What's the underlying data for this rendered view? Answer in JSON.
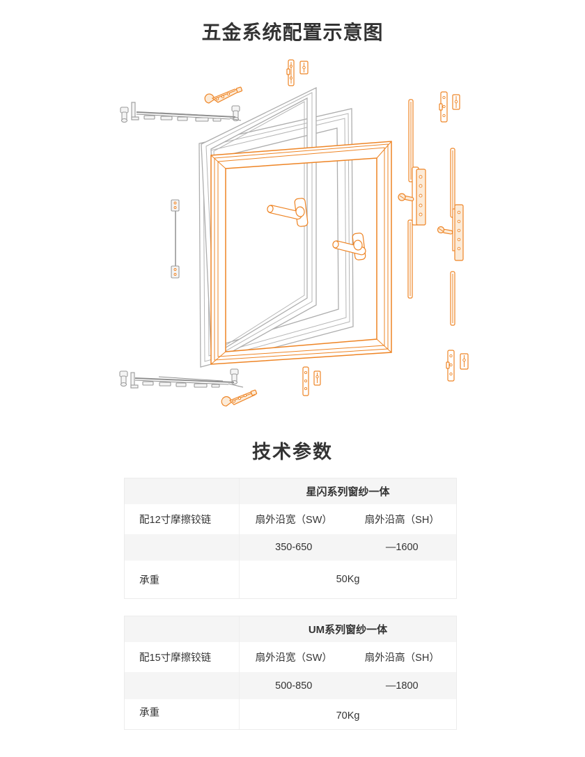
{
  "page": {
    "title": "五金系统配置示意图",
    "section_title": "技术参数"
  },
  "diagram": {
    "colors": {
      "hardware_accent_orange": "#ee8424",
      "frame_line_gray": "#adadad",
      "table_header_bg": "#f5f5f5",
      "text": "#333333"
    }
  },
  "tables": [
    {
      "series_header": "星闪系列窗纱一体",
      "config_label": "配12寸摩擦铰链",
      "sw_header": "扇外沿宽（SW）",
      "sh_header": "扇外沿高（SH）",
      "sw_value": "350-650",
      "sh_value": "—1600",
      "weight_label": "承重",
      "weight_value": "50Kg"
    },
    {
      "series_header": "UM系列窗纱一体",
      "config_label": "配15寸摩擦铰链",
      "sw_header": "扇外沿宽（SW）",
      "sh_header": "扇外沿高（SH）",
      "sw_value": "500-850",
      "sh_value": "—1800",
      "weight_label": "承重",
      "weight_value": "70Kg"
    }
  ]
}
